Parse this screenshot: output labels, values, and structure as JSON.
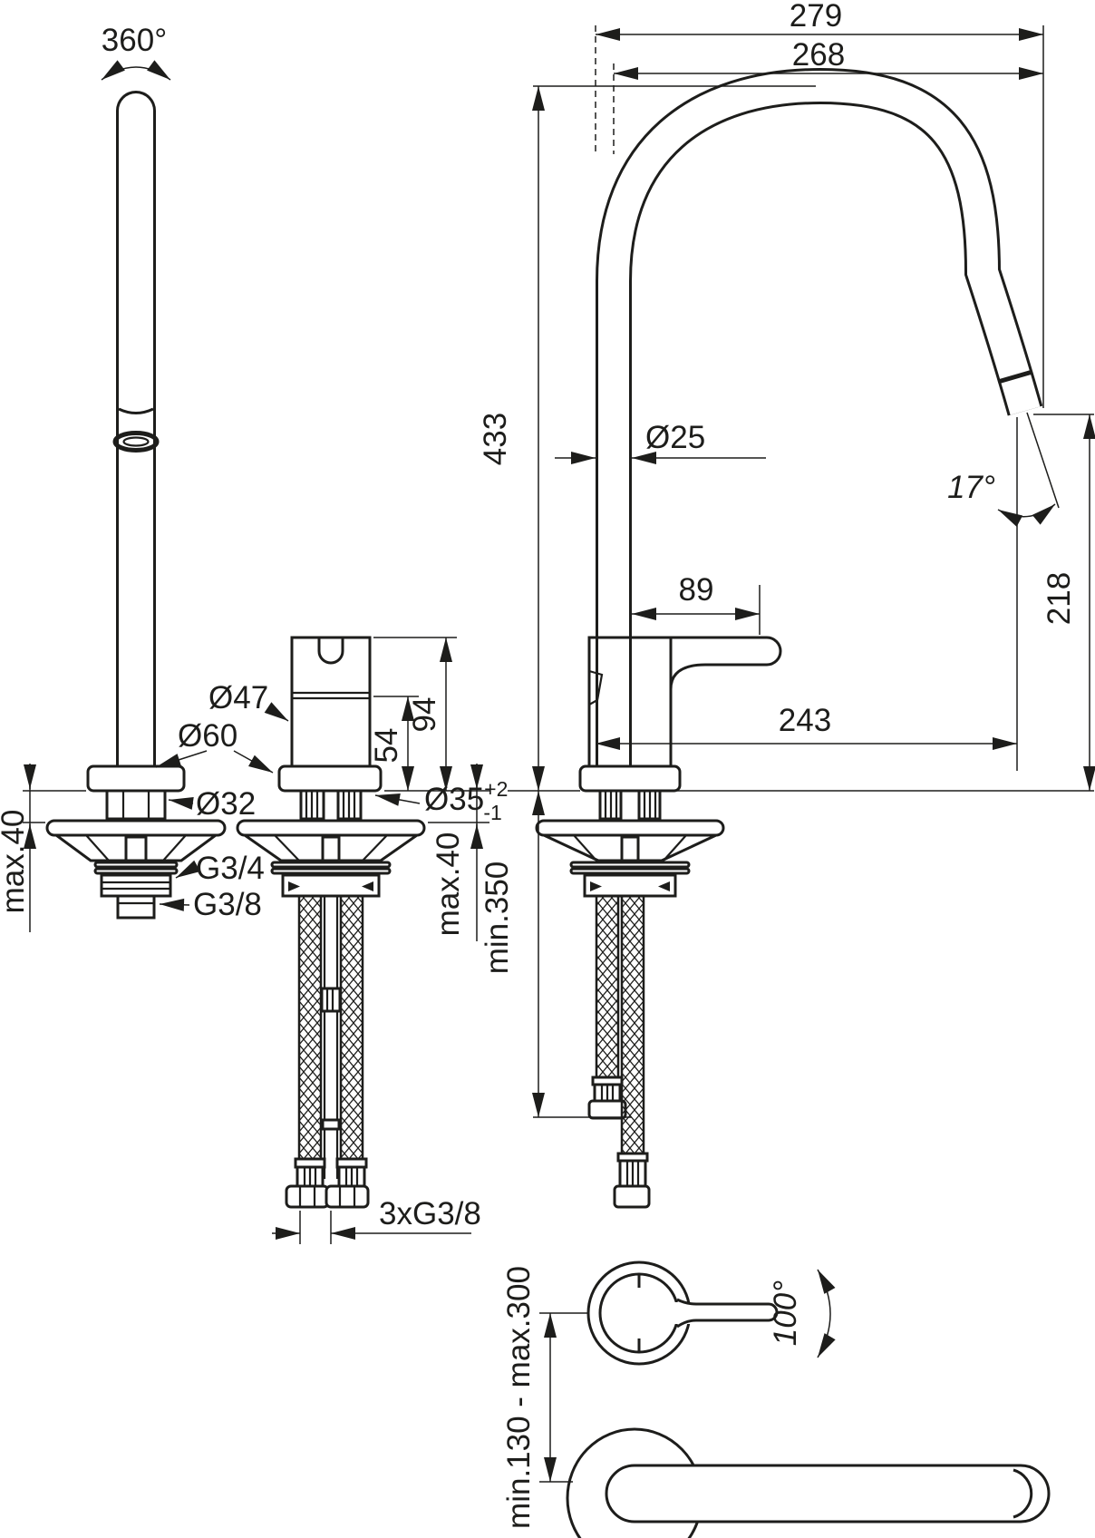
{
  "colors": {
    "line": "#1d1d1b",
    "background": "#ffffff"
  },
  "annotations": {
    "top_reach": "279",
    "inner_reach": "268",
    "spout_height": "433",
    "spout_tube_diameter": "Ø25",
    "outlet_angle": "17°",
    "outlet_height": "218",
    "handle_length": "89",
    "spout_reach": "243",
    "body_diameter": "Ø47",
    "base_diameter": "Ø60",
    "shank_diameter": "Ø32",
    "body_height_total": "94",
    "body_height_lower": "54",
    "hole_diameter": "Ø35",
    "hole_tolerance_plus": "+2",
    "hole_tolerance_minus": "-1",
    "thread_upper": "G3/4",
    "thread_lower": "G3/8",
    "deck_thickness_left": "max.40",
    "deck_thickness_middle": "max.40",
    "hose_min_clearance": "min.350",
    "hose_connections": "3xG3/8",
    "spout_swivel_angle": "360°",
    "handle_swing_angle": "100°",
    "install_spacing": "min.130 - max.300"
  }
}
